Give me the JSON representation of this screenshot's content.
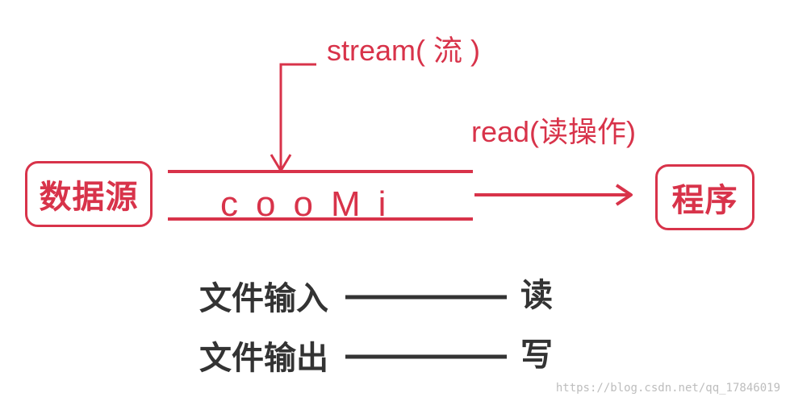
{
  "diagram": {
    "source_label": "数据源",
    "program_label": "程序",
    "stream_content": "cooMi",
    "stream_annotation": "stream( 流 )",
    "read_annotation": "read(读操作)"
  },
  "legend": {
    "items": [
      {
        "left": "文件输入",
        "right": "读"
      },
      {
        "left": "文件输出",
        "right": "写"
      }
    ]
  },
  "watermark": "https://blog.csdn.net/qq_17846019",
  "colors": {
    "accent": "#d8334a",
    "text": "#333333",
    "watermark": "#bdbdbd"
  }
}
